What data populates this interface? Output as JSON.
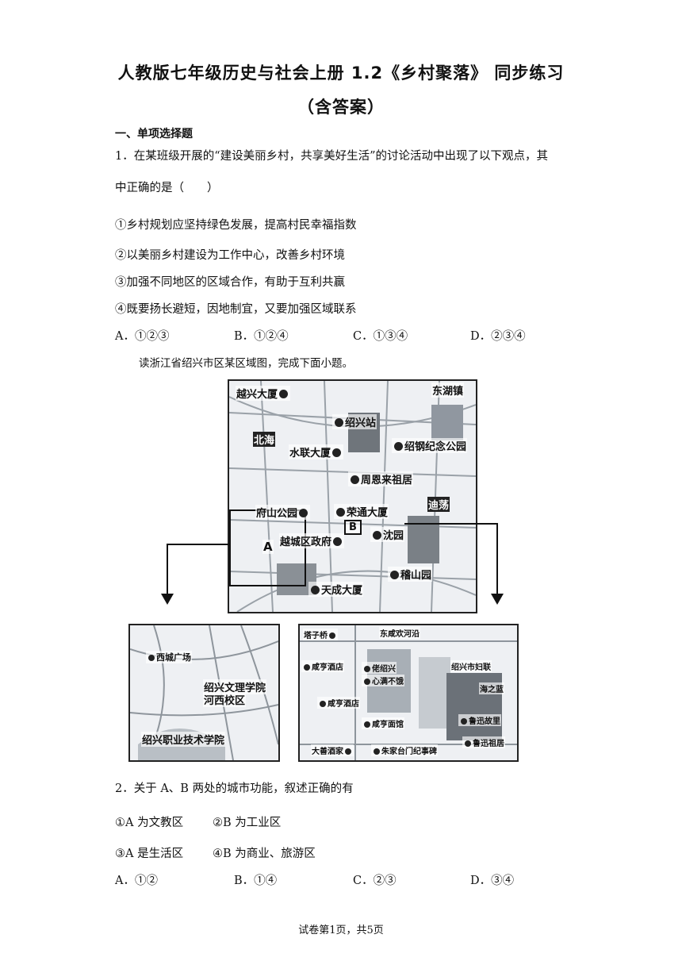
{
  "title_line1": "人教版七年级历史与社会上册 1.2《乡村聚落》 同步练习",
  "title_line2": "（含答案）",
  "section_heading": "一、单项选择题",
  "q1": {
    "stem_line1": "1．在某班级开展的“建设美丽乡村，共享美好生活”的讨论活动中出现了以下观点，其",
    "stem_line2": "中正确的是（　　）",
    "statements": [
      "①乡村规划应坚持绿色发展，提高村民幸福指数",
      "②以美丽乡村建设为工作中心，改善乡村环境",
      "③加强不同地区的区域合作，有助于互利共赢",
      "④既要扬长避短，因地制宜，又要加强区域联系"
    ],
    "options": [
      "A．①②③",
      "B．①②④",
      "C．①③④",
      "D．②③④"
    ]
  },
  "map_intro": "读浙江省绍兴市区某区域图，完成下面小题。",
  "map_main": {
    "labels": [
      "越兴大厦",
      "东湖镇",
      "绍兴站",
      "北海",
      "绍钢纪念公园",
      "水联大厦",
      "周恩来祖居",
      "府山公园",
      "荣通大厦",
      "迪荡",
      "B",
      "沈园",
      "A",
      "越城区政府",
      "稽山园",
      "天成大厦"
    ]
  },
  "map_a": {
    "labels": [
      "西城广场",
      "绍兴文理学院",
      "河西校区",
      "绍兴职业技术学院"
    ]
  },
  "map_b": {
    "labels": [
      "塔子桥",
      "东咸欢河沿",
      "咸亨酒店",
      "绍兴市妇联",
      "佬绍兴",
      "心满不饿",
      "海之蓝",
      "咸亨酒店",
      "咸亨面馆",
      "鲁迅故里",
      "大善酒家",
      "朱家台门纪事碑",
      "鲁迅祖居"
    ]
  },
  "q2": {
    "stem": "2．关于 A、B 两处的城市功能，叙述正确的有",
    "statements_line1": [
      "①A 为文教区",
      "②B 为工业区"
    ],
    "statements_line2": [
      "③A 是生活区",
      "④B 为商业、旅游区"
    ],
    "options": [
      "A．①②",
      "B．①④",
      "C．②③",
      "D．③④"
    ]
  },
  "footer": "试卷第1页，共5页"
}
